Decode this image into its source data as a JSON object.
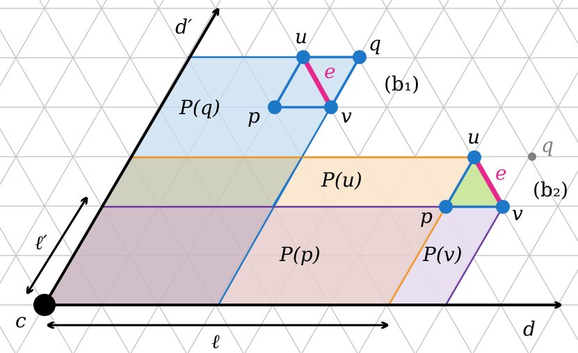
{
  "colors": {
    "grid": "#c8c8c8",
    "axis": "#000000",
    "blue": "#1f77c8",
    "blue_fill": "#c6dcf0",
    "orange": "#f0961e",
    "orange_fill": "#fbe6cc",
    "purple": "#6e3ca0",
    "purple_fill": "#e6dcf0",
    "olive_fill": "#c8c8b4",
    "mauve_fill": "#c8b4c0",
    "brown_fill": "#e6cccc",
    "green_fill": "#cde6a0",
    "magenta": "#e6288c",
    "node": "#1e78c8",
    "gray_node": "#808080"
  },
  "labels": {
    "axis_d": "d",
    "axis_d_prime": "d′",
    "origin": "c",
    "ell": "ℓ",
    "ell_prime": "ℓ′",
    "P_q": "P(q)",
    "P_u": "P(u)",
    "P_p": "P(p)",
    "P_v": "P(v)",
    "b1": "(b₁)",
    "b2": "(b₂)",
    "u1": "u",
    "q1": "q",
    "p1": "p",
    "v1": "v",
    "e1": "e",
    "u2": "u",
    "q2": "q",
    "p2": "p",
    "v2": "v",
    "e2": "e"
  }
}
